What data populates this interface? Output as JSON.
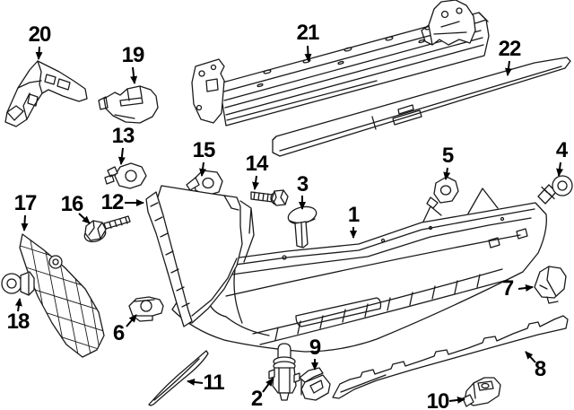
{
  "diagram": {
    "background_color": "#ffffff",
    "line_color": "#1a1a1a",
    "label_color": "#000000"
  },
  "callouts": [
    {
      "label": "1",
      "part": "rear-bumper-cover"
    },
    {
      "label": "2",
      "part": "bulb-socket"
    },
    {
      "label": "3",
      "part": "push-pin-clip"
    },
    {
      "label": "4",
      "part": "screw"
    },
    {
      "label": "5",
      "part": "grommet-clip"
    },
    {
      "label": "6",
      "part": "bracket-plate"
    },
    {
      "label": "7",
      "part": "end-cap"
    },
    {
      "label": "8",
      "part": "lower-valance-strip"
    },
    {
      "label": "9",
      "part": "retainer-clip"
    },
    {
      "label": "10",
      "part": "small-bracket"
    },
    {
      "label": "11",
      "part": "reflector"
    },
    {
      "label": "12",
      "part": "side-corner-cover"
    },
    {
      "label": "13",
      "part": "grommet-clip"
    },
    {
      "label": "14",
      "part": "screw"
    },
    {
      "label": "15",
      "part": "grommet-clip"
    },
    {
      "label": "16",
      "part": "screw"
    },
    {
      "label": "17",
      "part": "side-seal-panel"
    },
    {
      "label": "18",
      "part": "push-clip"
    },
    {
      "label": "19",
      "part": "mounting-bracket"
    },
    {
      "label": "20",
      "part": "side-support-bracket"
    },
    {
      "label": "21",
      "part": "bumper-reinforcement-bar"
    },
    {
      "label": "22",
      "part": "lower-trim-strip"
    }
  ]
}
